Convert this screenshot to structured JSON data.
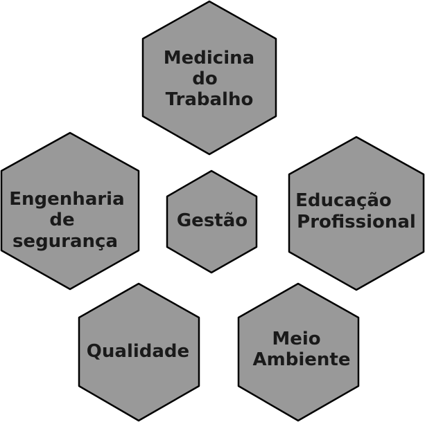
{
  "colors": {
    "hex_fill": "#999999",
    "hex_stroke": "#000000",
    "text": "#1a1a1a",
    "background": "#ffffff"
  },
  "nodes": {
    "medicina": {
      "lines": [
        "Medicina",
        "do",
        "Trabalho"
      ]
    },
    "engenharia": {
      "lines": [
        "Engenharia",
        "de",
        "segurança"
      ]
    },
    "gestao": {
      "lines": [
        "Gestão"
      ]
    },
    "educacao": {
      "lines": [
        "Educação",
        "Profissional"
      ]
    },
    "qualidade": {
      "lines": [
        "Qualidade"
      ]
    },
    "meio_ambiente": {
      "lines": [
        "Meio",
        "Ambiente"
      ]
    }
  }
}
